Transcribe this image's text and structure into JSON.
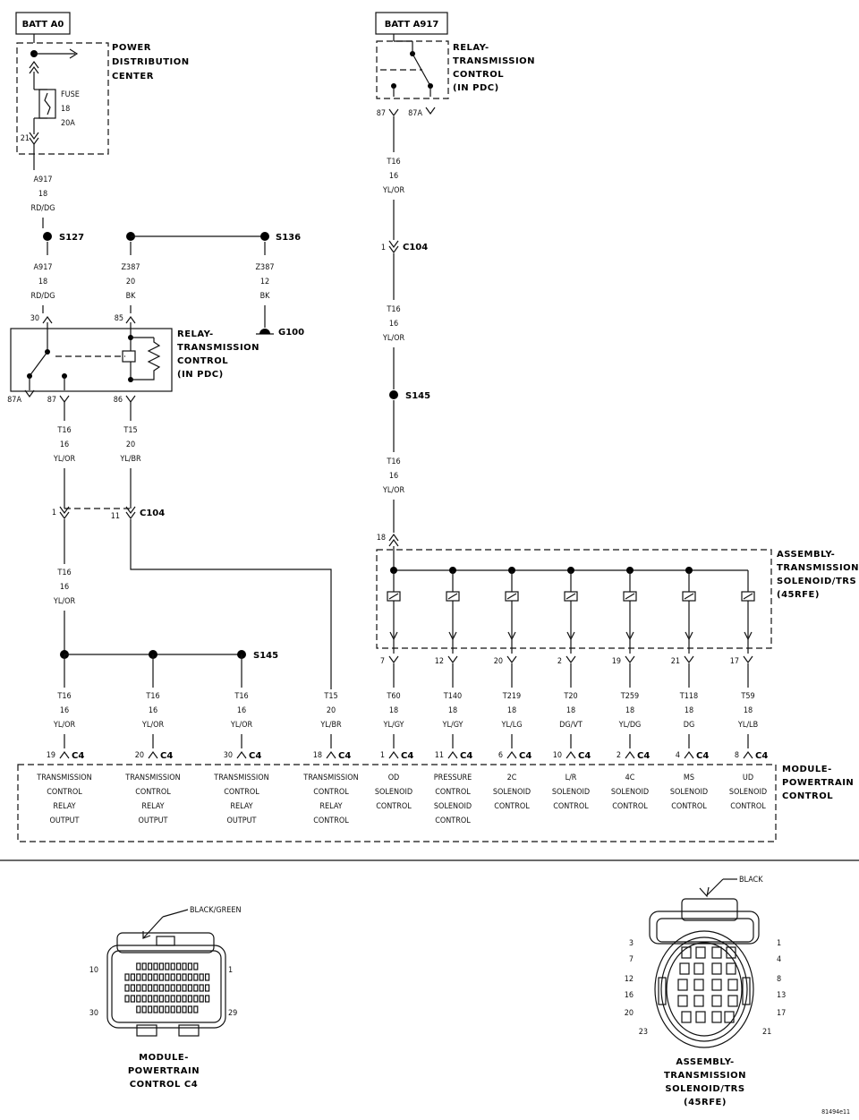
{
  "batt_a0": "BATT A0",
  "batt_a917": "BATT A917",
  "pdc_label": [
    "POWER",
    "DISTRIBUTION",
    "CENTER"
  ],
  "fuse": [
    "FUSE",
    "18",
    "20A"
  ],
  "fuse_pin": "21",
  "relay_tr_label": [
    "RELAY-",
    "TRANSMISSION",
    "CONTROL",
    "(IN PDC)"
  ],
  "relay_tr_pins": [
    "87",
    "87A"
  ],
  "wire_a917_1": [
    "A917",
    "18",
    "RD/DG"
  ],
  "wire_a917_2": [
    "A917",
    "18",
    "RD/DG"
  ],
  "wire_z387_1": [
    "Z387",
    "20",
    "BK"
  ],
  "wire_z387_2": [
    "Z387",
    "12",
    "BK"
  ],
  "s127": "S127",
  "s136": "S136",
  "g100": "G100",
  "relay_l_label": [
    "RELAY-",
    "TRANSMISSION",
    "CONTROL",
    "(IN PDC)"
  ],
  "relay_l_pins": [
    "30",
    "85",
    "87A",
    "87",
    "86"
  ],
  "wire_t16_a": [
    "T16",
    "16",
    "YL/OR"
  ],
  "wire_t15_a": [
    "T15",
    "20",
    "YL/BR"
  ],
  "c104_l_pins": [
    "1",
    "11"
  ],
  "c104": "C104",
  "wire_t16_b": [
    "T16",
    "16",
    "YL/OR"
  ],
  "s145": "S145",
  "right_wire_1": [
    "T16",
    "16",
    "YL/OR"
  ],
  "c104_r_pin": "1",
  "right_wire_2": [
    "T16",
    "16",
    "YL/OR"
  ],
  "right_wire_3": [
    "T16",
    "16",
    "YL/OR"
  ],
  "sol_pin_in": "18",
  "sol_label": [
    "ASSEMBLY-",
    "TRANSMISSION",
    "SOLENOID/TRS",
    "(45RFE)"
  ],
  "c4": "C4",
  "pcm_label": [
    "MODULE-",
    "POWERTRAIN",
    "CONTROL"
  ],
  "pcm_cols": [
    {
      "wire": [
        "T16",
        "16",
        "YL/OR"
      ],
      "pin": "19",
      "func": [
        "TRANSMISSION",
        "CONTROL",
        "RELAY",
        "OUTPUT"
      ]
    },
    {
      "wire": [
        "T16",
        "16",
        "YL/OR"
      ],
      "pin": "20",
      "func": [
        "TRANSMISSION",
        "CONTROL",
        "RELAY",
        "OUTPUT"
      ]
    },
    {
      "wire": [
        "T16",
        "16",
        "YL/OR"
      ],
      "pin": "30",
      "func": [
        "TRANSMISSION",
        "CONTROL",
        "RELAY",
        "OUTPUT"
      ]
    },
    {
      "wire": [
        "T15",
        "20",
        "YL/BR"
      ],
      "pin": "18",
      "func": [
        "TRANSMISSION",
        "CONTROL",
        "RELAY",
        "CONTROL"
      ]
    },
    {
      "sp": "7",
      "wire": [
        "T60",
        "18",
        "YL/GY"
      ],
      "pin": "1",
      "func": [
        "OD",
        "SOLENOID",
        "CONTROL"
      ]
    },
    {
      "sp": "12",
      "wire": [
        "T140",
        "18",
        "YL/GY"
      ],
      "pin": "11",
      "func": [
        "PRESSURE",
        "CONTROL",
        "SOLENOID",
        "CONTROL"
      ]
    },
    {
      "sp": "20",
      "wire": [
        "T219",
        "18",
        "YL/LG"
      ],
      "pin": "6",
      "func": [
        "2C",
        "SOLENOID",
        "CONTROL"
      ]
    },
    {
      "sp": "2",
      "wire": [
        "T20",
        "18",
        "DG/VT"
      ],
      "pin": "10",
      "func": [
        "L/R",
        "SOLENOID",
        "CONTROL"
      ]
    },
    {
      "sp": "19",
      "wire": [
        "T259",
        "18",
        "YL/DG"
      ],
      "pin": "2",
      "func": [
        "4C",
        "SOLENOID",
        "CONTROL"
      ]
    },
    {
      "sp": "21",
      "wire": [
        "T118",
        "18",
        "DG"
      ],
      "pin": "4",
      "func": [
        "MS",
        "SOLENOID",
        "CONTROL"
      ]
    },
    {
      "sp": "17",
      "wire": [
        "T59",
        "18",
        "YL/LB"
      ],
      "pin": "8",
      "func": [
        "UD",
        "SOLENOID",
        "CONTROL"
      ]
    }
  ],
  "conn_pcm": {
    "color": "BLACK/GREEN",
    "pins": [
      "10",
      "1",
      "30",
      "29"
    ],
    "title": [
      "MODULE-",
      "POWERTRAIN",
      "CONTROL C4"
    ]
  },
  "conn_sol": {
    "color": "BLACK",
    "pins_left": [
      "3",
      "7",
      "12",
      "16",
      "20",
      "23"
    ],
    "pins_right": [
      "1",
      "4",
      "8",
      "13",
      "17",
      "21"
    ],
    "title": [
      "ASSEMBLY-",
      "TRANSMISSION",
      "SOLENOID/TRS",
      "(45RFE)"
    ]
  },
  "fig_id": "81494e11"
}
